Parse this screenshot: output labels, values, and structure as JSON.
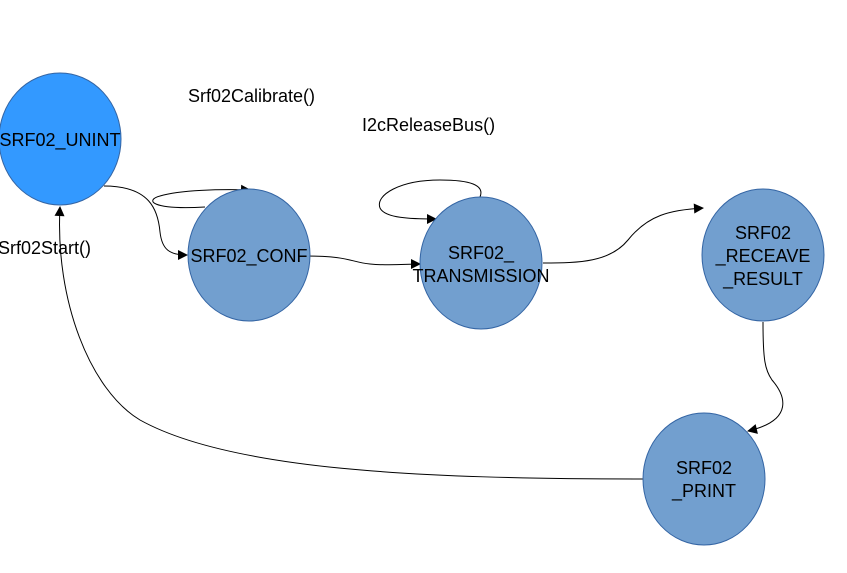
{
  "colors": {
    "active_state_fill": "#3399ff",
    "state_fill": "#729fcf",
    "state_stroke": "#3465a4",
    "edge_stroke": "#000000"
  },
  "states": {
    "unint": {
      "lines": [
        "SRF02_UNINT"
      ]
    },
    "conf": {
      "lines": [
        "SRF02_CONF"
      ]
    },
    "transmission": {
      "lines": [
        "SRF02_",
        "TRANSMISSION"
      ]
    },
    "receave_result": {
      "lines": [
        "SRF02",
        "_RECEAVE",
        "_RESULT"
      ]
    },
    "print": {
      "lines": [
        "SRF02",
        "_PRINT"
      ]
    }
  },
  "transitions": {
    "calibrate": {
      "label": "Srf02Calibrate()"
    },
    "release_bus": {
      "label": "I2cReleaseBus()"
    },
    "start": {
      "label": "Srf02Start()"
    }
  }
}
